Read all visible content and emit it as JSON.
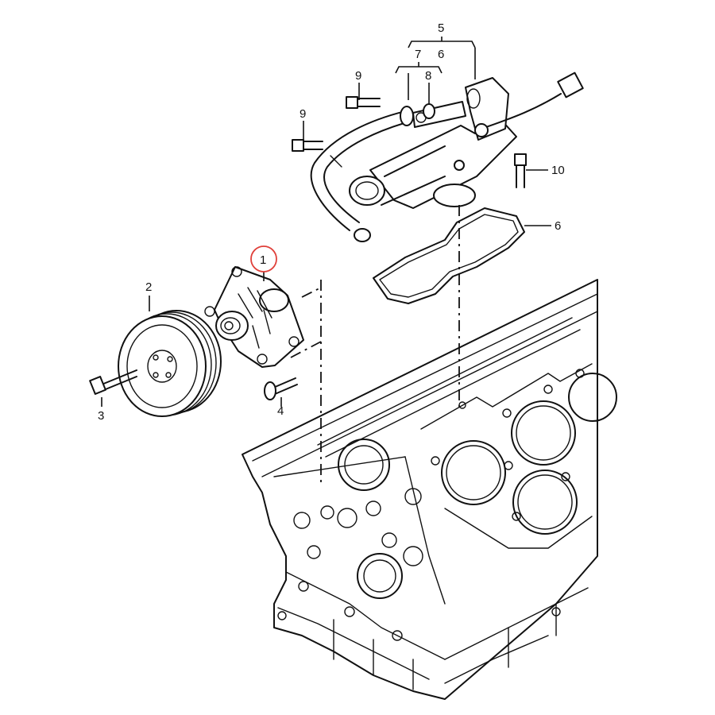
{
  "diagram": {
    "callouts": [
      {
        "id": "c1",
        "label": "1",
        "highlighted": true
      },
      {
        "id": "c2",
        "label": "2"
      },
      {
        "id": "c3",
        "label": "3"
      },
      {
        "id": "c4",
        "label": "4"
      },
      {
        "id": "c5",
        "label": "5"
      },
      {
        "id": "c6a",
        "label": "6"
      },
      {
        "id": "c6b",
        "label": "6"
      },
      {
        "id": "c7",
        "label": "7"
      },
      {
        "id": "c8",
        "label": "8"
      },
      {
        "id": "c9a",
        "label": "9"
      },
      {
        "id": "c9b",
        "label": "9"
      },
      {
        "id": "c10",
        "label": "10"
      }
    ],
    "highlight_color": "#e0403a",
    "line_color": "#111111"
  }
}
